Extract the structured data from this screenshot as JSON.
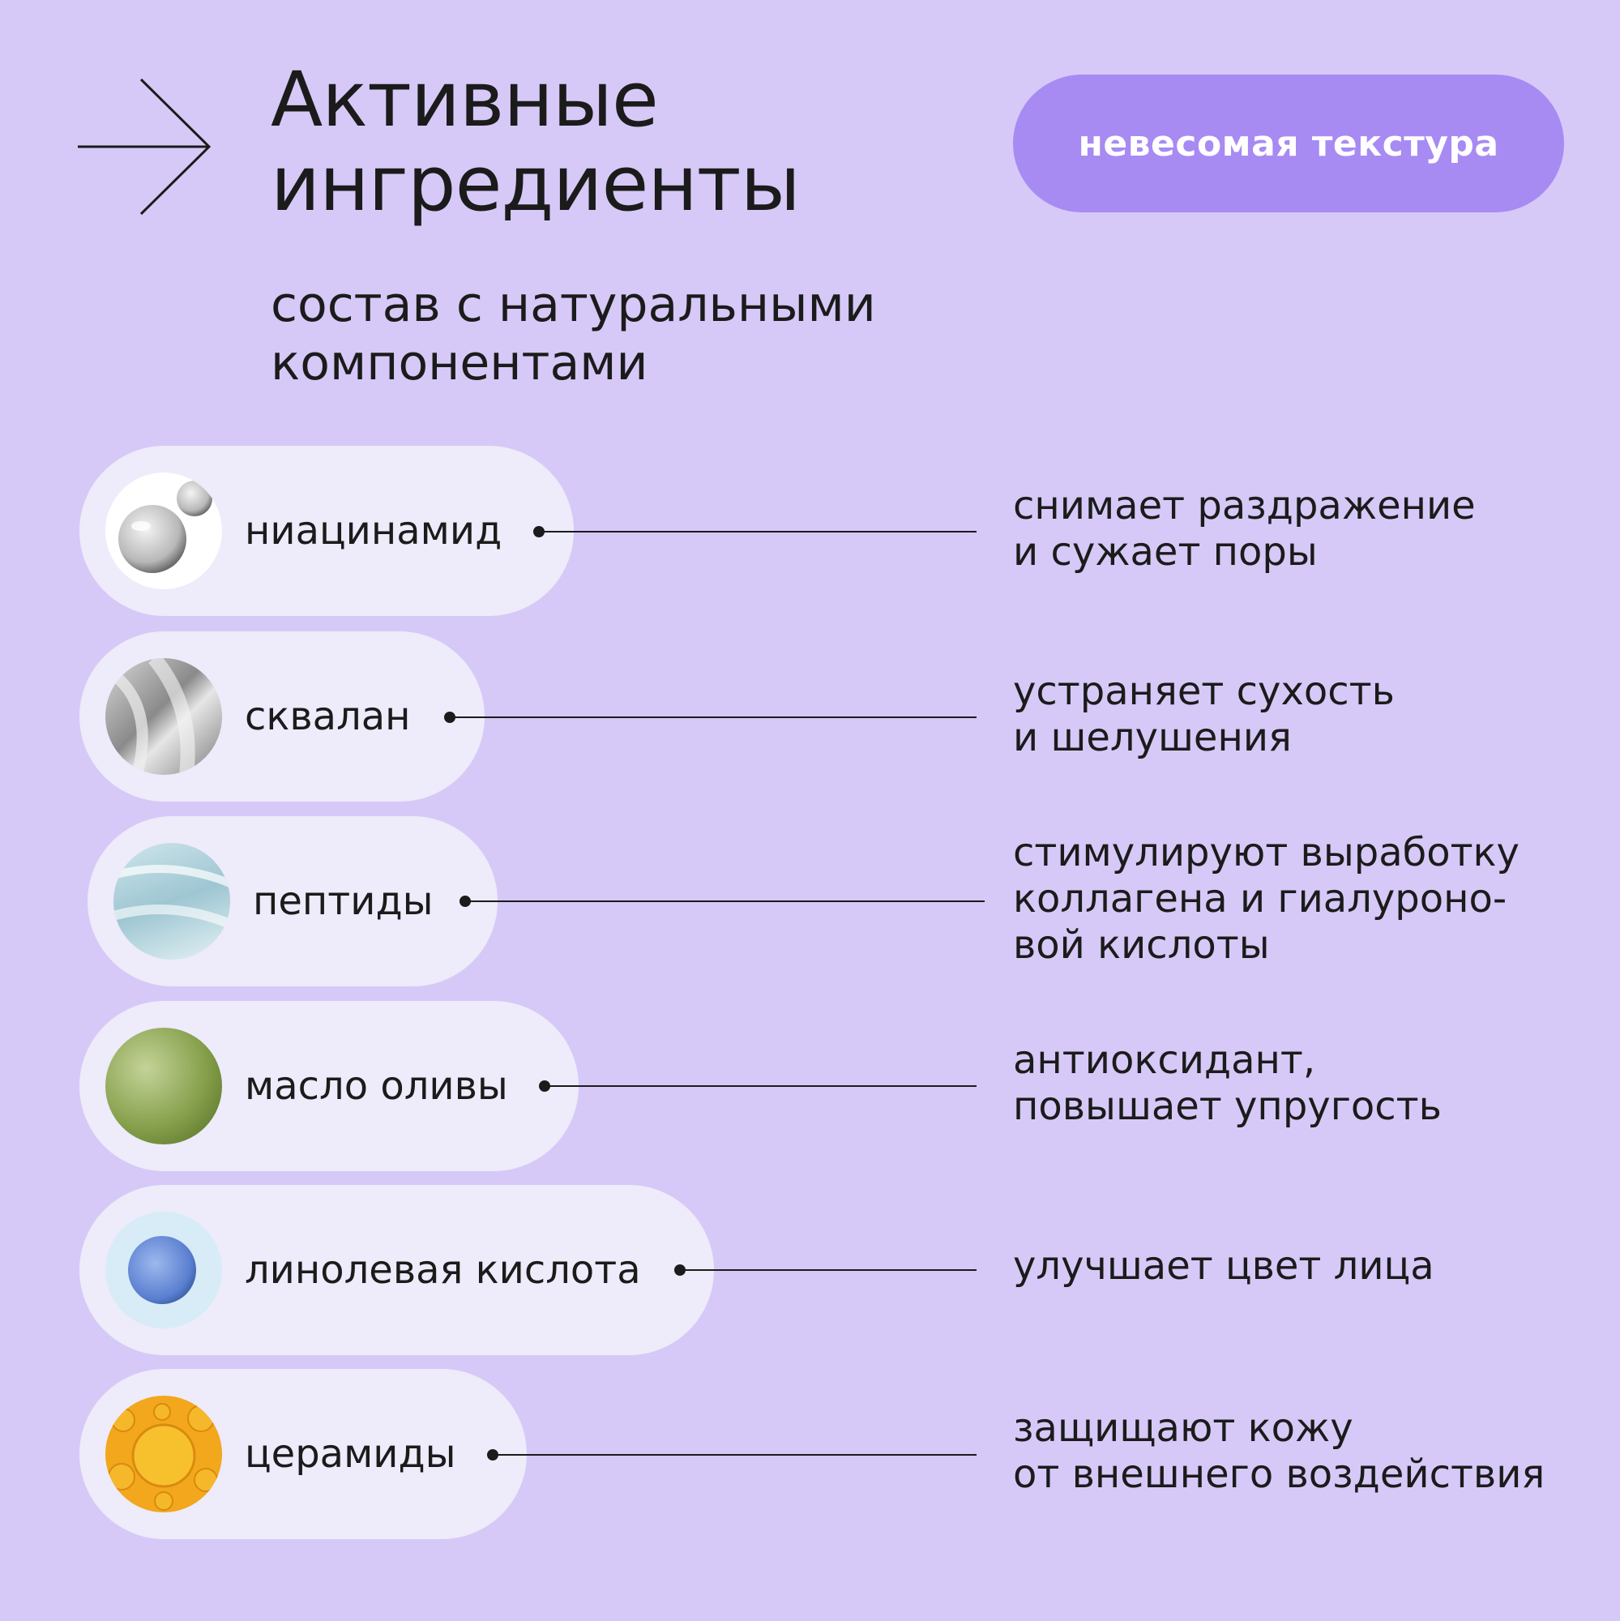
{
  "header": {
    "title_line1": "Активные",
    "title_line2": "ингредиенты",
    "subtitle_line1": "состав с натуральными",
    "subtitle_line2": "компонентами",
    "tag": "невесомая текстура"
  },
  "ingredients": [
    {
      "name": "ниацинамид",
      "desc": [
        "снимает раздражение",
        "и сужает поры"
      ]
    },
    {
      "name": "сквалан",
      "desc": [
        "устраняет сухость",
        "и шелушения"
      ]
    },
    {
      "name": "пептиды",
      "desc": [
        "стимулируют выработку",
        "коллагена и гиалуроно-",
        "вой кислоты"
      ]
    },
    {
      "name": "масло оливы",
      "desc": [
        "антиоксидант,",
        "повышает упругость"
      ]
    },
    {
      "name": "линолевая кислота",
      "desc": [
        "улучшает цвет лица"
      ]
    },
    {
      "name": "церамиды",
      "desc": [
        "защищают кожу",
        "от внешнего воздействия"
      ]
    }
  ],
  "colors": {
    "background": "#d6c9f7",
    "tag": "#a88af3",
    "pill": "#eeebfa",
    "ink": "#1b1b1b"
  }
}
